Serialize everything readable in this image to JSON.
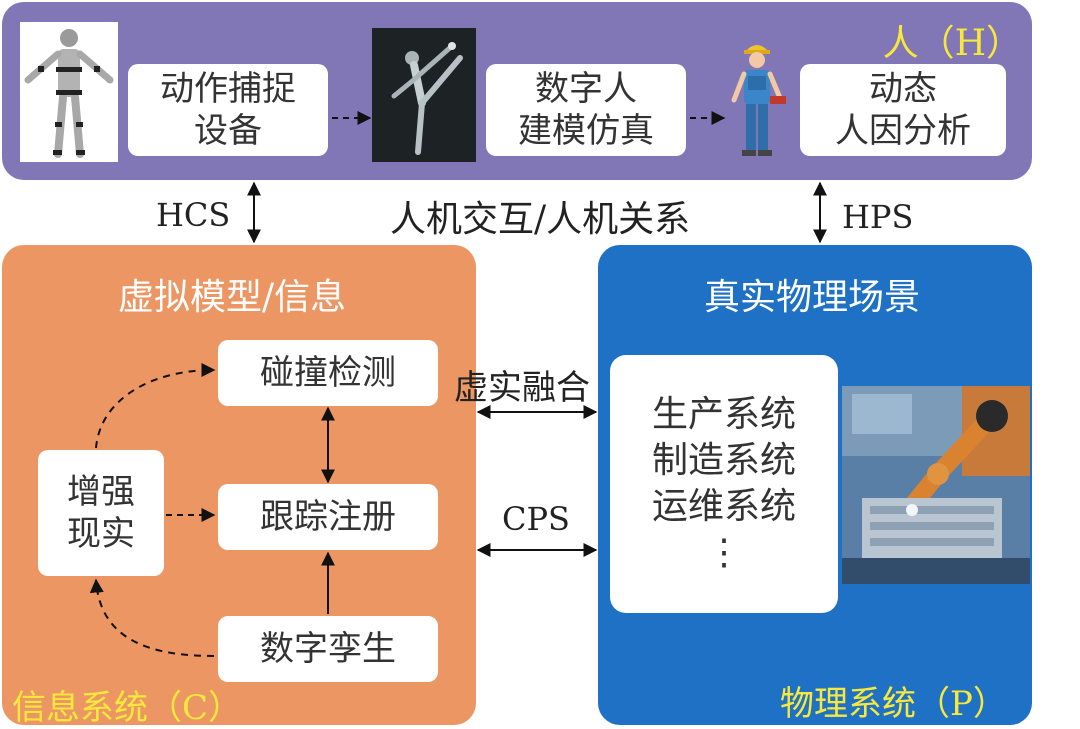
{
  "human": {
    "title": "人（H）",
    "boxes": [
      "动作捕捉\n设备",
      "数字人\n建模仿真",
      "动态\n人因分析"
    ]
  },
  "links": {
    "hcs": "HCS",
    "hps": "HPS",
    "interaction": "人机交互/人机关系",
    "virtual_real": "虚实融合",
    "cps": "CPS"
  },
  "info": {
    "header": "虚拟模型/信息",
    "footer": "信息系统（C）",
    "collision": "碰撞检测",
    "tracking": "跟踪注册",
    "twin": "数字孪生",
    "ar": "增强\n现实"
  },
  "physical": {
    "header": "真实物理场景",
    "footer": "物理系统（P）",
    "systems": "生产系统\n制造系统\n运维系统\n⋮"
  },
  "colors": {
    "human_panel": "#8277b6",
    "info_panel": "#ec9664",
    "physical_panel": "#1e71c5",
    "title_yellow": "#f7e83b"
  },
  "icons": [
    "mocap-figure-icon",
    "robot-dancer-icon",
    "worker-figure-icon",
    "factory-robot-photo-icon"
  ]
}
